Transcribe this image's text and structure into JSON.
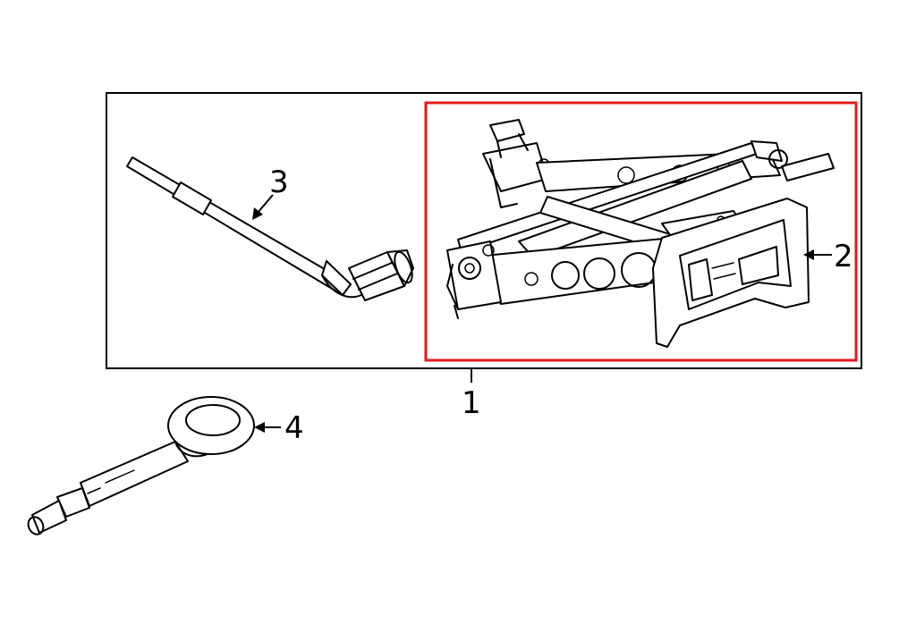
{
  "callouts": {
    "assembly": "1",
    "jack": "2",
    "wrench": "3",
    "tow_hook": "4"
  },
  "colors": {
    "line": "#000000",
    "highlight": "#e01b1b",
    "background": "#ffffff"
  }
}
